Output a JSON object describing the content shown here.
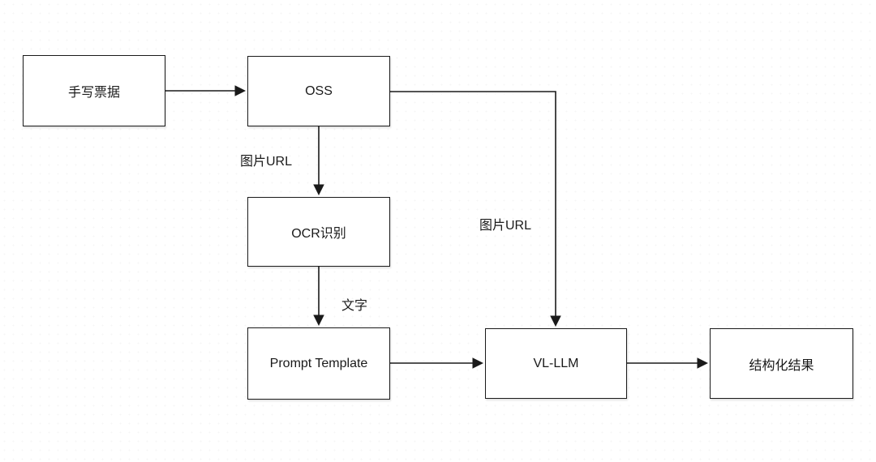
{
  "diagram": {
    "nodes": {
      "handwritten_ticket": {
        "label": "手写票据"
      },
      "oss": {
        "label": "OSS"
      },
      "ocr": {
        "label": "OCR识别"
      },
      "prompt_template": {
        "label": "Prompt Template"
      },
      "vl_llm": {
        "label": "VL-LLM"
      },
      "structured_result": {
        "label": "结构化结果"
      }
    },
    "edge_labels": {
      "oss_to_ocr": "图片URL",
      "ocr_to_prompt": "文字",
      "oss_to_vl_llm": "图片URL"
    },
    "colors": {
      "stroke": "#1a1a1a",
      "background": "#ffffff"
    }
  }
}
